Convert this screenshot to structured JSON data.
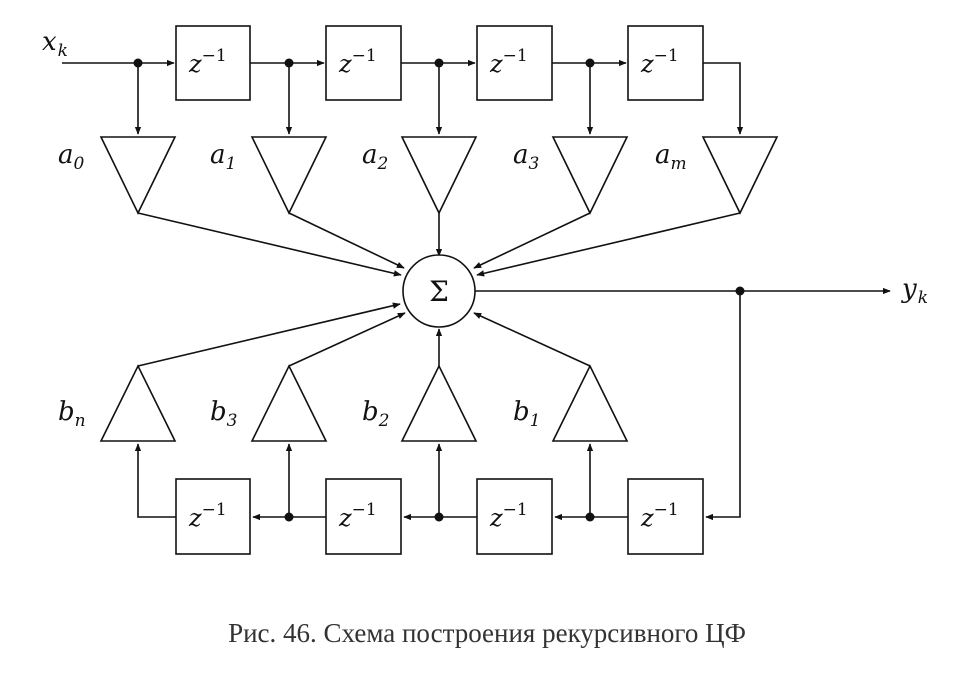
{
  "input_label": {
    "base": "x",
    "sub": "k"
  },
  "output_label": {
    "base": "y",
    "sub": "k"
  },
  "delay_label": {
    "base": "z",
    "sup": "−1"
  },
  "sum_label": "Σ",
  "forward_coeffs": [
    {
      "base": "a",
      "sub": "0"
    },
    {
      "base": "a",
      "sub": "1"
    },
    {
      "base": "a",
      "sub": "2"
    },
    {
      "base": "a",
      "sub": "3"
    },
    {
      "base": "a",
      "sub": "m"
    }
  ],
  "feedback_coeffs": [
    {
      "base": "b",
      "sub": "n"
    },
    {
      "base": "b",
      "sub": "3"
    },
    {
      "base": "b",
      "sub": "2"
    },
    {
      "base": "b",
      "sub": "1"
    }
  ],
  "caption": "Рис. 46. Схема построения рекурсивного ЦФ"
}
